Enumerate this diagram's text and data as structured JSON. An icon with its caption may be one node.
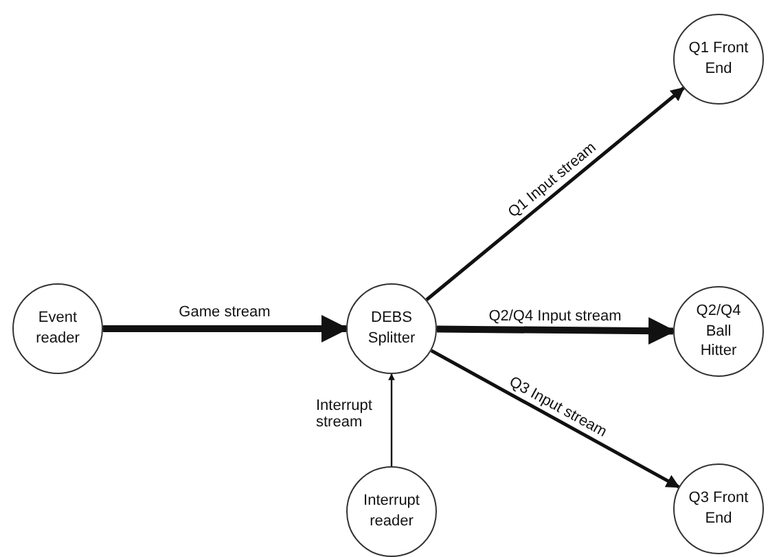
{
  "diagram": {
    "nodes": [
      {
        "text": [
          "Event reader"
        ]
      },
      {
        "text": [
          "DEBS Splitter"
        ]
      },
      {
        "text": [
          "Q1 Front End"
        ]
      },
      {
        "text": [
          "Q2/Q4 Ball Hitter"
        ]
      },
      {
        "text": [
          "Q3 Front End"
        ]
      },
      {
        "text": [
          "Interrupt reader"
        ]
      }
    ],
    "edges": [
      {
        "from": 0,
        "to": 1,
        "arrow": "to",
        "label": "Game stream",
        "style": "thick"
      },
      {
        "from": 1,
        "to": 2,
        "arrow": "to",
        "label": "Q1 Input stream"
      },
      {
        "from": 1,
        "to": 3,
        "arrow": "to",
        "label": "Q2/Q4 Input stream",
        "style": "thick"
      },
      {
        "from": 1,
        "to": 4,
        "arrow": "to",
        "label": "Q3 Input stream"
      },
      {
        "from": 5,
        "to": 1,
        "arrow": "to",
        "label": "Interrupt stream"
      }
    ]
  }
}
